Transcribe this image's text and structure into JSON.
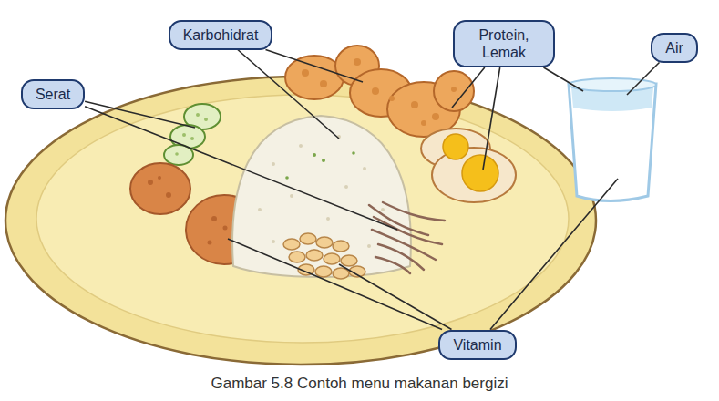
{
  "diagram": {
    "caption": "Gambar 5.8 Contoh menu makanan bergizi",
    "nodes": [
      {
        "text": [
          "Karbohidrat"
        ]
      },
      {
        "text": [
          "Protein, Lemak"
        ]
      },
      {
        "text": [
          "Air"
        ]
      },
      {
        "text": [
          "Serat"
        ]
      },
      {
        "text": [
          "Vitamin"
        ]
      }
    ]
  }
}
